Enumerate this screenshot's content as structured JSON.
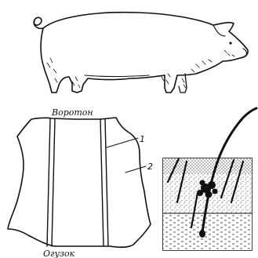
{
  "labels": {
    "collar": "Воротон",
    "rump": "Огузок",
    "marker_1": "1",
    "marker_2": "2"
  }
}
